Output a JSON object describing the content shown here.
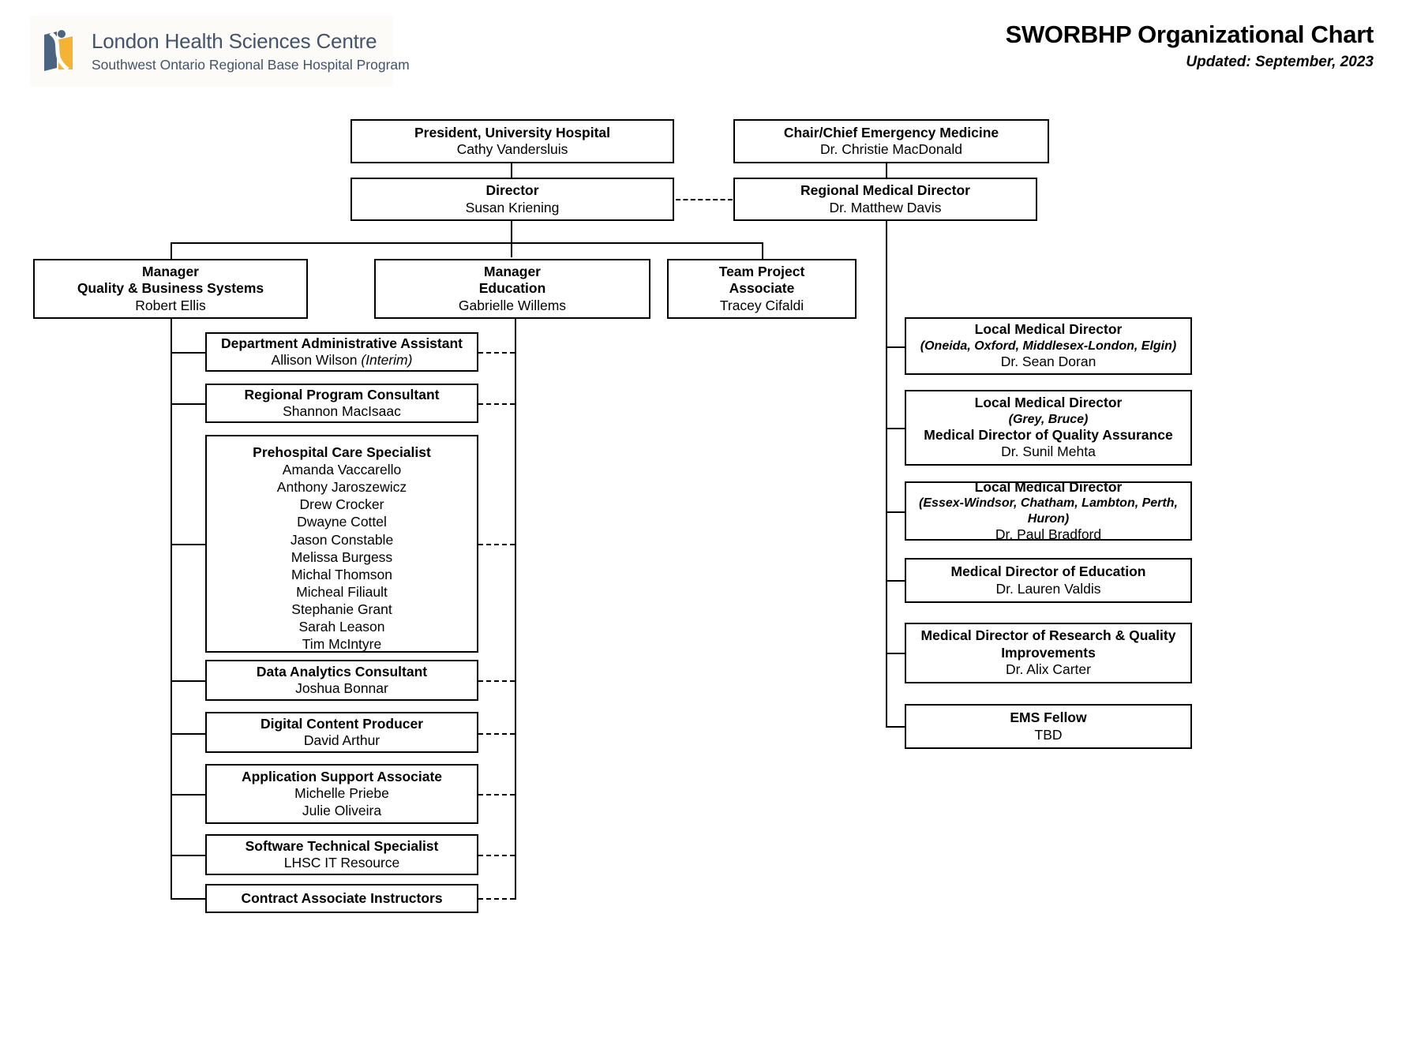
{
  "header": {
    "logo_line1": "London Health Sciences Centre",
    "logo_line2": "Southwest Ontario Regional Base Hospital Program",
    "logo_icon": "lhsc-logo-icon",
    "title": "SWORBHP Organizational Chart",
    "updated": "Updated: September, 2023"
  },
  "chart_data": {
    "type": "diagram",
    "title": "SWORBHP Organizational Chart",
    "subtitle": "Updated: September, 2023",
    "nodes": [
      {
        "id": "president",
        "title": "President, University Hospital",
        "name": "Cathy Vandersluis"
      },
      {
        "id": "chair",
        "title": "Chair/Chief Emergency Medicine",
        "name": "Dr. Christie MacDonald"
      },
      {
        "id": "director",
        "title": "Director",
        "name": "Susan Kriening"
      },
      {
        "id": "rmd",
        "title": "Regional Medical Director",
        "name": "Dr. Matthew Davis"
      },
      {
        "id": "mgr-qbs",
        "title": "Manager",
        "title2": "Quality & Business Systems",
        "name": "Robert Ellis"
      },
      {
        "id": "mgr-edu",
        "title": "Manager",
        "title2": "Education",
        "name": "Gabrielle Willems"
      },
      {
        "id": "tpa",
        "title": "Team Project",
        "title2": "Associate",
        "name": "Tracey Cifaldi"
      },
      {
        "id": "daa",
        "title": "Department Administrative Assistant",
        "name": "Allison Wilson",
        "name_italic": "(Interim)"
      },
      {
        "id": "rpc",
        "title": "Regional Program Consultant",
        "name": "Shannon MacIsaac"
      },
      {
        "id": "pcs",
        "title": "Prehospital Care Specialist",
        "names": [
          "Amanda Vaccarello",
          "Anthony Jaroszewicz",
          "Drew Crocker",
          "Dwayne Cottel",
          "Jason Constable",
          "Melissa Burgess",
          "Michal Thomson",
          "Micheal Filiault",
          "Stephanie Grant",
          "Sarah Leason",
          "Tim McIntyre"
        ]
      },
      {
        "id": "dac",
        "title": "Data Analytics Consultant",
        "name": "Joshua Bonnar"
      },
      {
        "id": "dcp",
        "title": "Digital Content Producer",
        "name": "David Arthur"
      },
      {
        "id": "asa",
        "title": "Application Support Associate",
        "names": [
          "Michelle Priebe",
          "Julie Oliveira"
        ]
      },
      {
        "id": "sts",
        "title": "Software Technical Specialist",
        "name": "LHSC IT Resource"
      },
      {
        "id": "cai",
        "title": "Contract Associate Instructors"
      },
      {
        "id": "lmd1",
        "title": "Local Medical Director",
        "region": "(Oneida, Oxford, Middlesex-London, Elgin)",
        "name": "Dr. Sean Doran"
      },
      {
        "id": "lmd2",
        "title": "Local Medical Director",
        "region": "(Grey, Bruce)",
        "title2": "Medical Director of Quality Assurance",
        "name": "Dr. Sunil Mehta"
      },
      {
        "id": "lmd3",
        "title": "Local Medical Director",
        "region": "(Essex-Windsor, Chatham, Lambton, Perth, Huron)",
        "name": "Dr. Paul Bradford"
      },
      {
        "id": "mde",
        "title": "Medical Director of Education",
        "name": "Dr. Lauren Valdis"
      },
      {
        "id": "mdr",
        "title": "Medical Director of Research & Quality",
        "title2": "Improvements",
        "name": "Dr. Alix Carter"
      },
      {
        "id": "fellow",
        "title": "EMS Fellow",
        "name": "TBD"
      }
    ],
    "edges": [
      {
        "from": "president",
        "to": "director",
        "style": "solid"
      },
      {
        "from": "chair",
        "to": "rmd",
        "style": "solid"
      },
      {
        "from": "director",
        "to": "rmd",
        "style": "dashed"
      },
      {
        "from": "director",
        "to": "mgr-qbs",
        "style": "solid"
      },
      {
        "from": "director",
        "to": "mgr-edu",
        "style": "solid"
      },
      {
        "from": "director",
        "to": "tpa",
        "style": "solid"
      },
      {
        "from": "mgr-qbs",
        "to": "daa",
        "style": "solid"
      },
      {
        "from": "mgr-qbs",
        "to": "rpc",
        "style": "solid"
      },
      {
        "from": "mgr-qbs",
        "to": "pcs",
        "style": "solid"
      },
      {
        "from": "mgr-qbs",
        "to": "dac",
        "style": "solid"
      },
      {
        "from": "mgr-qbs",
        "to": "dcp",
        "style": "solid"
      },
      {
        "from": "mgr-qbs",
        "to": "asa",
        "style": "solid"
      },
      {
        "from": "mgr-qbs",
        "to": "sts",
        "style": "solid"
      },
      {
        "from": "mgr-qbs",
        "to": "cai",
        "style": "solid"
      },
      {
        "from": "mgr-edu",
        "to": "daa",
        "style": "dashed"
      },
      {
        "from": "mgr-edu",
        "to": "rpc",
        "style": "dashed"
      },
      {
        "from": "mgr-edu",
        "to": "pcs",
        "style": "dashed"
      },
      {
        "from": "mgr-edu",
        "to": "dac",
        "style": "dashed"
      },
      {
        "from": "mgr-edu",
        "to": "dcp",
        "style": "dashed"
      },
      {
        "from": "mgr-edu",
        "to": "asa",
        "style": "dashed"
      },
      {
        "from": "mgr-edu",
        "to": "sts",
        "style": "dashed"
      },
      {
        "from": "mgr-edu",
        "to": "cai",
        "style": "dashed"
      },
      {
        "from": "rmd",
        "to": "lmd1",
        "style": "solid"
      },
      {
        "from": "rmd",
        "to": "lmd2",
        "style": "solid"
      },
      {
        "from": "rmd",
        "to": "lmd3",
        "style": "solid"
      },
      {
        "from": "rmd",
        "to": "mde",
        "style": "solid"
      },
      {
        "from": "rmd",
        "to": "mdr",
        "style": "solid"
      },
      {
        "from": "rmd",
        "to": "fellow",
        "style": "solid"
      }
    ]
  }
}
